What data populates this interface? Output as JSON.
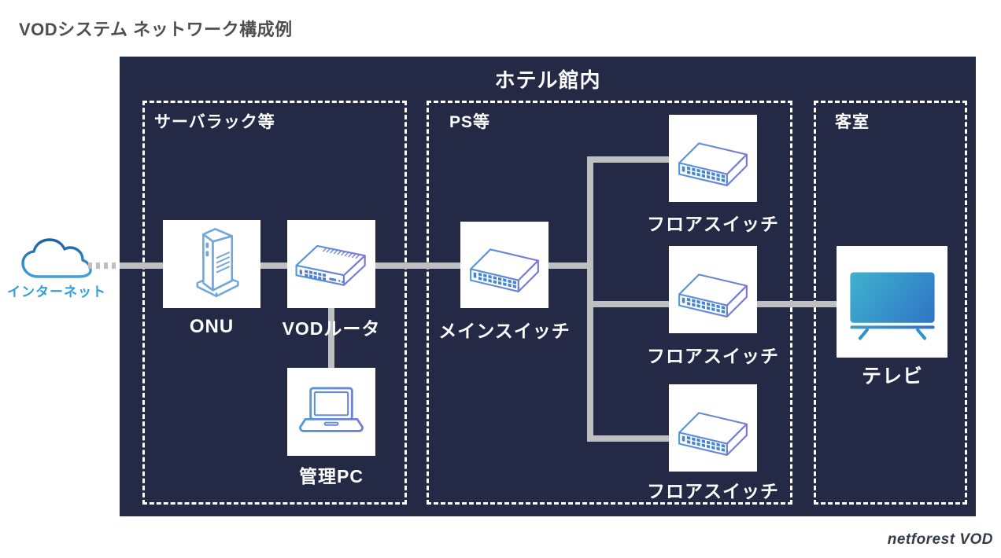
{
  "title": "VODシステム ネットワーク構成例",
  "brand": "netforest VOD",
  "internet": {
    "label": "インターネット"
  },
  "hotel": {
    "title": "ホテル館内",
    "sections": {
      "server_rack": {
        "label": "サーバラック等"
      },
      "ps": {
        "label": "PS等"
      },
      "guest_room": {
        "label": "客室"
      }
    }
  },
  "nodes": {
    "onu": {
      "label": "ONU"
    },
    "vod_router": {
      "label": "VODルータ"
    },
    "admin_pc": {
      "label": "管理PC"
    },
    "main_switch": {
      "label": "メインスイッチ"
    },
    "floor_switch_top": {
      "label": "フロアスイッチ"
    },
    "floor_switch_middle": {
      "label": "フロアスイッチ"
    },
    "floor_switch_bottom": {
      "label": "フロアスイッチ"
    },
    "tv": {
      "label": "テレビ"
    }
  },
  "connections": [
    "internet-onu",
    "onu-vod_router",
    "vod_router-main_switch",
    "vod_router-admin_pc",
    "main_switch-floor_switch_top",
    "main_switch-floor_switch_middle",
    "main_switch-floor_switch_bottom",
    "floor_switch_middle-tv"
  ],
  "colors": {
    "hotel_bg": "#242a45",
    "line": "#bdbfc1",
    "internet_blue": "#2f9fd8",
    "title_gray": "#4f4f4f",
    "brand_dark": "#333c47",
    "icon_gradient_start": "#4f9bd8",
    "icon_gradient_end": "#7d74d8",
    "onu_blue": "#6fa6de",
    "tv_gradient_start": "#3fb0cf",
    "tv_gradient_end": "#2d72c4"
  }
}
